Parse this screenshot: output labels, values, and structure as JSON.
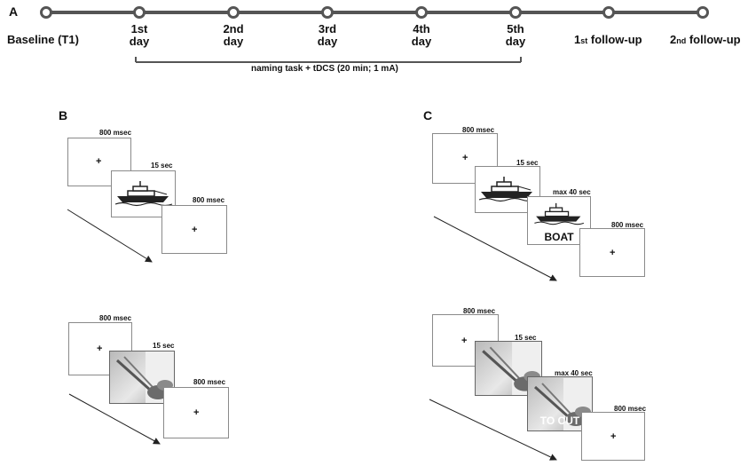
{
  "panel_a": {
    "letter": "A",
    "labels": [
      {
        "main": "Baseline (T1)"
      },
      {
        "main": "1st",
        "sub": "day"
      },
      {
        "main": "2nd",
        "sub": "day"
      },
      {
        "main": "3rd",
        "sub": "day"
      },
      {
        "main": "4th",
        "sub": "day"
      },
      {
        "main": "5th",
        "sub": "day"
      },
      {
        "num": "1",
        "suffix": "st",
        "rest": " follow-up"
      },
      {
        "num": "2",
        "suffix": "nd",
        "rest": " follow-up"
      }
    ],
    "bracket_label": "naming task + tDCS (20 min; 1 mA)"
  },
  "panel_b": {
    "letter": "B",
    "top": {
      "durations": [
        "800 msec",
        "15 sec",
        "800 msec"
      ],
      "fixation": "+"
    },
    "bottom": {
      "durations": [
        "800 msec",
        "15 sec",
        "800 msec"
      ],
      "fixation": "+"
    }
  },
  "panel_c": {
    "letter": "C",
    "top": {
      "durations": [
        "800 msec",
        "15 sec",
        "max 40 sec",
        "800 msec"
      ],
      "fixation": "+",
      "word": "BOAT"
    },
    "bottom": {
      "durations": [
        "800 msec",
        "15 sec",
        "max 40 sec",
        "800 msec"
      ],
      "fixation": "+",
      "word": "TO CUT"
    }
  },
  "icons": {
    "boat": "boat-line-drawing",
    "scissors": "scissors-cutting-photo"
  },
  "colors": {
    "timeline": "#555555",
    "box_border": "#8a8a8a"
  }
}
